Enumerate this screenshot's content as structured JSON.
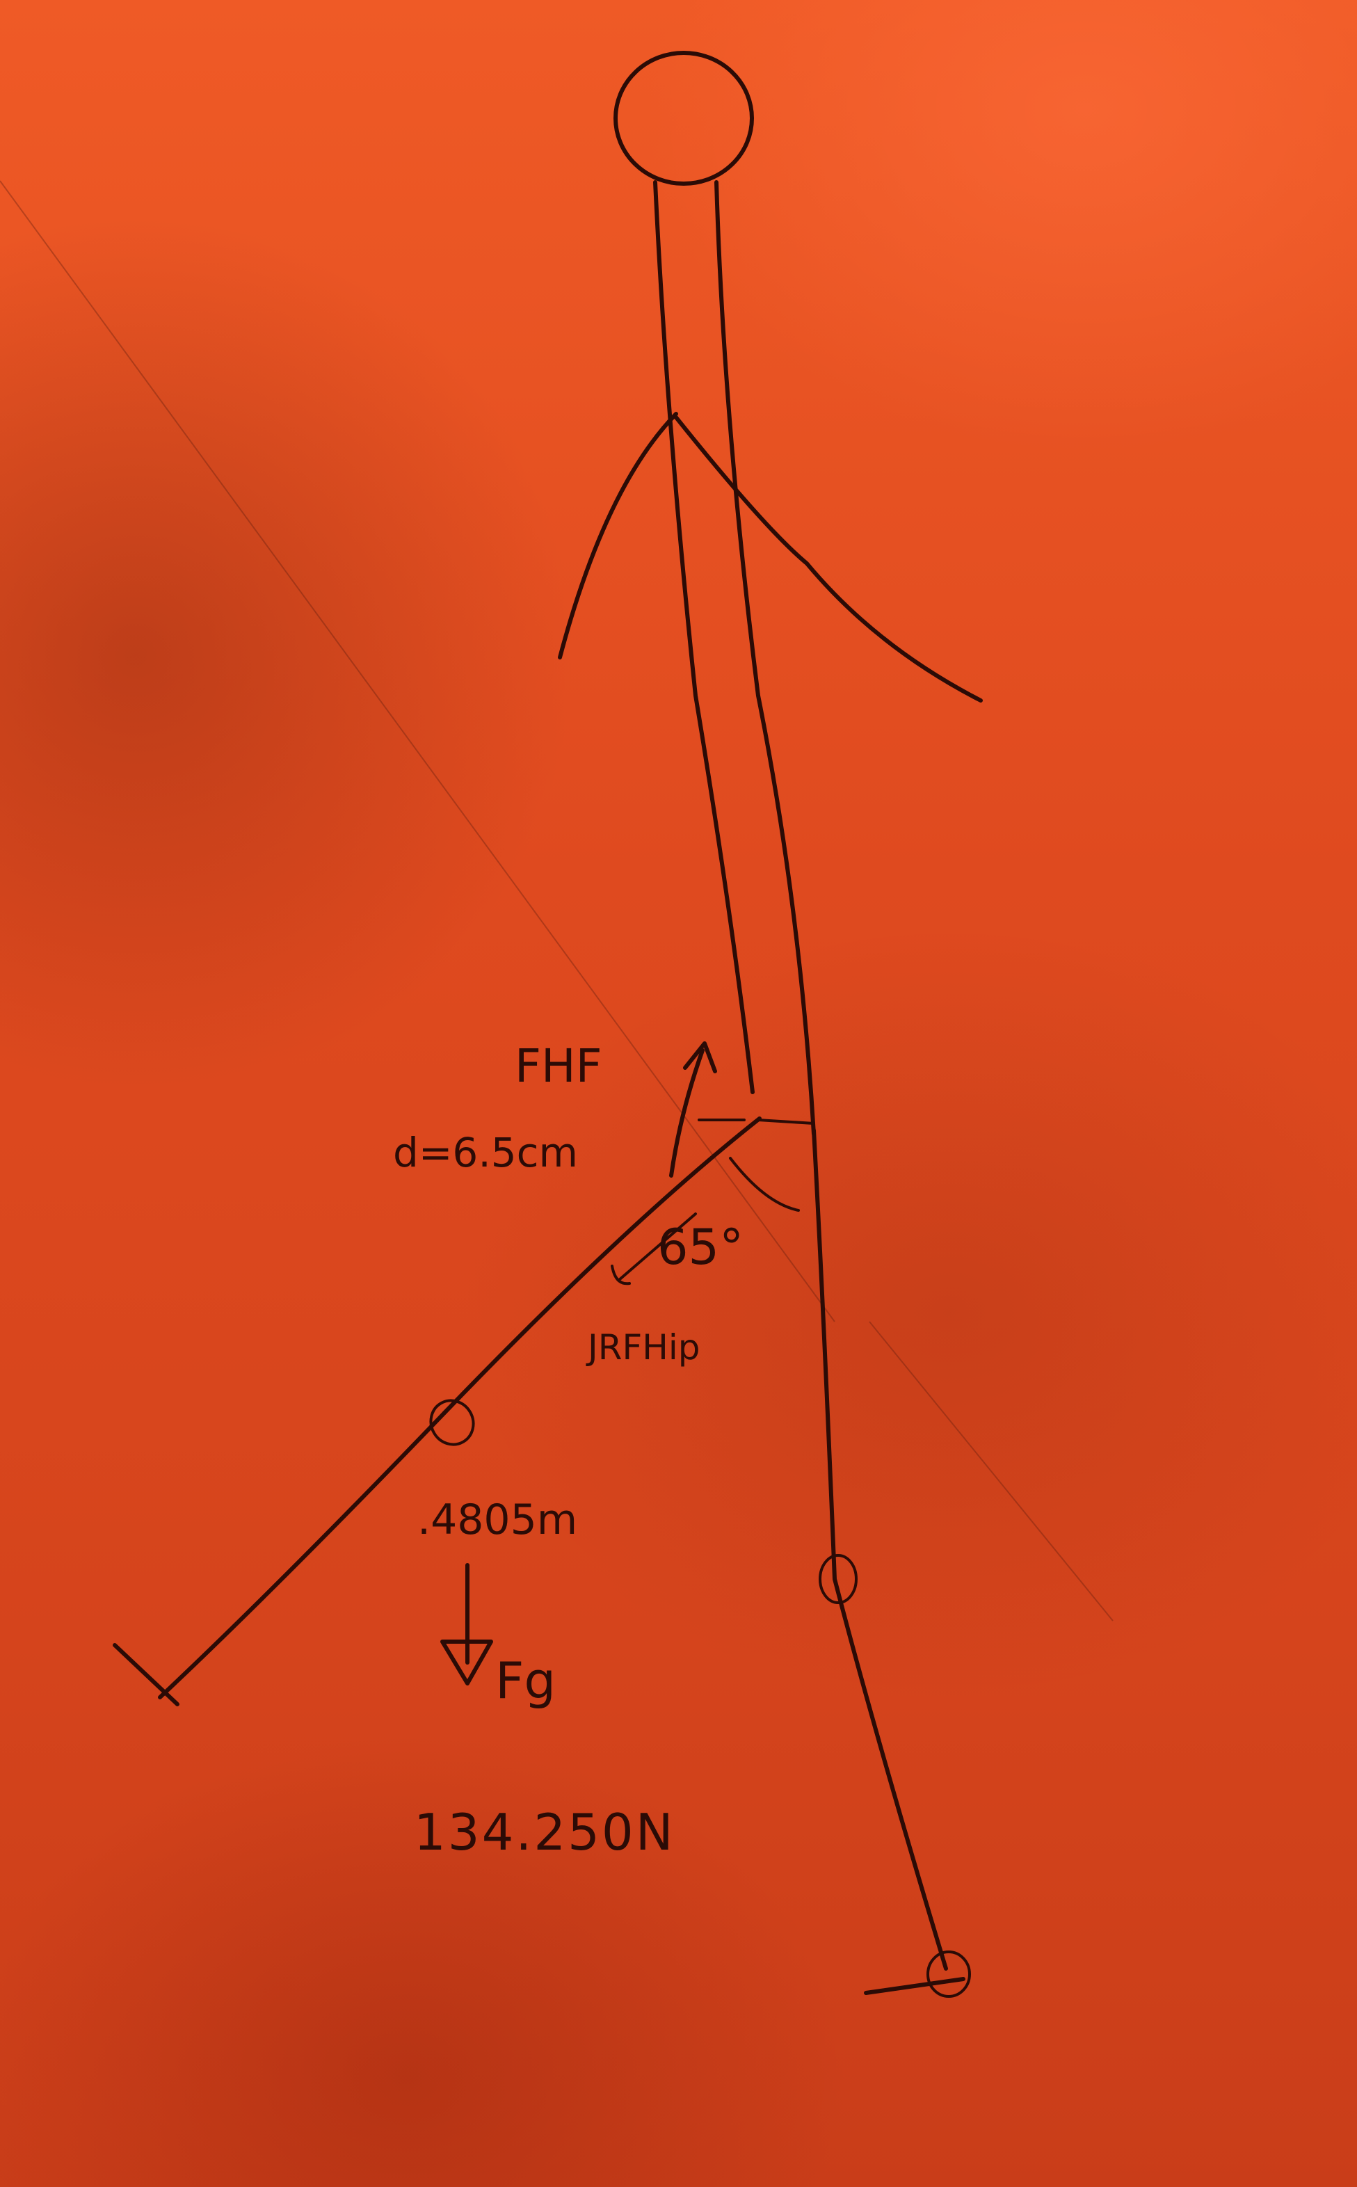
{
  "labels": {
    "hip_flexor_force": "FHF",
    "moment_arm": "d=6.5cm",
    "angle": "65°",
    "joint_reaction_force": "JRFHip",
    "cog_distance": ".4805m",
    "gravity_force": "Fg",
    "gravity_force_value": "134.250N"
  },
  "colors": {
    "paper": "#d9471e",
    "ink": "#2b0b06"
  }
}
